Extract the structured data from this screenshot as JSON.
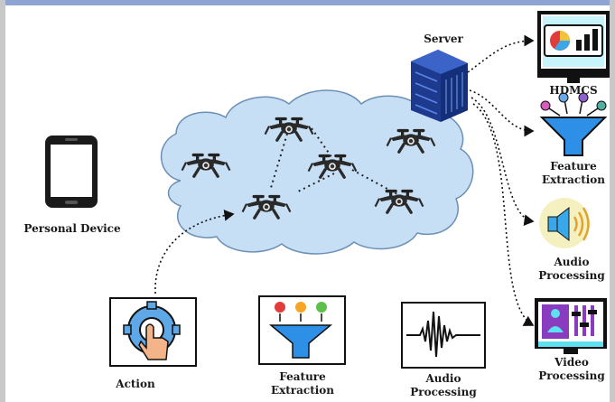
{
  "labels": {
    "server": "Server",
    "personal_device": "Personal Device",
    "hdmcs": "HDMCS",
    "right_feature_extraction": [
      "Feature",
      "Extraction"
    ],
    "right_audio_processing": [
      "Audio",
      "Processing"
    ],
    "right_video_processing": [
      "Video",
      "Processing"
    ],
    "bottom_action": "Action",
    "bottom_feature_extraction": [
      "Feature",
      "Extraction"
    ],
    "bottom_audio_processing": [
      "Audio",
      "Processing"
    ]
  },
  "colors": {
    "cloud_fill": "#c7dff5",
    "server_blue": "#2c4da8",
    "monitor_cyan": "#5ee0f0",
    "funnel_blue": "#2e8fe6",
    "speaker_yellow": "#f5f0c0",
    "video_purple": "#8a3cc0"
  },
  "icons": [
    "smartphone-icon",
    "server-icon",
    "drone-icon",
    "dashboard-monitor-icon",
    "filter-funnel-icon",
    "speaker-icon",
    "video-editor-icon",
    "gear-hand-icon",
    "sound-wave-icon"
  ]
}
